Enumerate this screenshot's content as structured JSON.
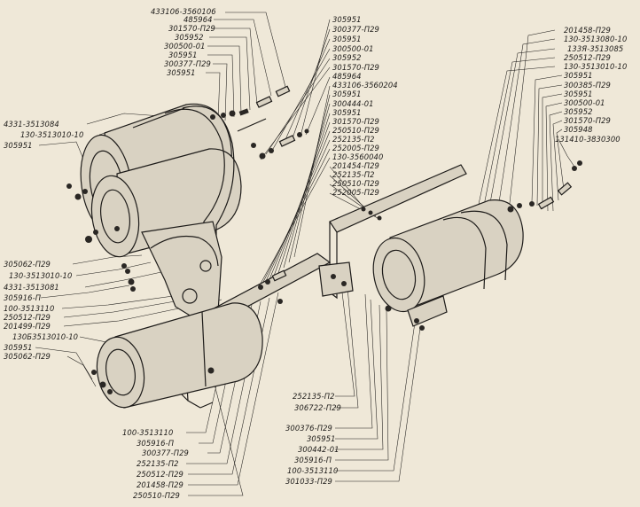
{
  "labels": [
    {
      "id": "l1",
      "text": "433106-3560106"
    },
    {
      "id": "l2",
      "text": "485964"
    },
    {
      "id": "l3",
      "text": "301570-П29"
    },
    {
      "id": "l4",
      "text": "305952"
    },
    {
      "id": "l5",
      "text": "300500-01"
    },
    {
      "id": "l6",
      "text": "305951"
    },
    {
      "id": "l7",
      "text": "300377-П29"
    },
    {
      "id": "l8",
      "text": "305951"
    },
    {
      "id": "l9",
      "text": "305951"
    },
    {
      "id": "l10",
      "text": "300377-П29"
    },
    {
      "id": "l11",
      "text": "305951"
    },
    {
      "id": "l12",
      "text": "300500-01"
    },
    {
      "id": "l13",
      "text": "305952"
    },
    {
      "id": "l14",
      "text": "301570-П29"
    },
    {
      "id": "l15",
      "text": "485964"
    },
    {
      "id": "l16",
      "text": "433106-3560204"
    },
    {
      "id": "l17",
      "text": "305951"
    },
    {
      "id": "l18",
      "text": "300444-01"
    },
    {
      "id": "l19",
      "text": "305951"
    },
    {
      "id": "l20",
      "text": "301570-П29"
    },
    {
      "id": "l21",
      "text": "250510-П29"
    },
    {
      "id": "l22",
      "text": "252135-П2"
    },
    {
      "id": "l23",
      "text": "252005-П29"
    },
    {
      "id": "l24",
      "text": "130-3560040"
    },
    {
      "id": "l25",
      "text": "201454-П29"
    },
    {
      "id": "l26",
      "text": "252135-П2"
    },
    {
      "id": "l27",
      "text": "250510-П29"
    },
    {
      "id": "l28",
      "text": "252005-П29"
    },
    {
      "id": "l29",
      "text": "4331-3513084"
    },
    {
      "id": "l30",
      "text": "130-3513010-10"
    },
    {
      "id": "l31",
      "text": "305951"
    },
    {
      "id": "l32",
      "text": "305062-П29"
    },
    {
      "id": "l33",
      "text": "130-3513010-10"
    },
    {
      "id": "l34",
      "text": "4331-3513081"
    },
    {
      "id": "l35",
      "text": "305916-П"
    },
    {
      "id": "l36",
      "text": "100-3513110"
    },
    {
      "id": "l37",
      "text": "250512-П29"
    },
    {
      "id": "l38",
      "text": "201499-П29"
    },
    {
      "id": "l39",
      "text": "130Б3513010-10"
    },
    {
      "id": "l40",
      "text": "305951"
    },
    {
      "id": "l41",
      "text": "305062-П29"
    },
    {
      "id": "l42",
      "text": "100-3513110"
    },
    {
      "id": "l43",
      "text": "305916-П"
    },
    {
      "id": "l44",
      "text": "300377-П29"
    },
    {
      "id": "l45",
      "text": "252135-П2"
    },
    {
      "id": "l46",
      "text": "250512-П29"
    },
    {
      "id": "l47",
      "text": "201458-П29"
    },
    {
      "id": "l48",
      "text": "250510-П29"
    },
    {
      "id": "l49",
      "text": "201458-П29"
    },
    {
      "id": "l50",
      "text": "130-3513080-10"
    },
    {
      "id": "l51",
      "text": "133Я-3513085"
    },
    {
      "id": "l52",
      "text": "250512-П29"
    },
    {
      "id": "l53",
      "text": "130-3513010-10"
    },
    {
      "id": "l54",
      "text": "305951"
    },
    {
      "id": "l55",
      "text": "300385-П29"
    },
    {
      "id": "l56",
      "text": "305951"
    },
    {
      "id": "l57",
      "text": "300500-01"
    },
    {
      "id": "l58",
      "text": "305952"
    },
    {
      "id": "l59",
      "text": "301570-П29"
    },
    {
      "id": "l60",
      "text": "305948"
    },
    {
      "id": "l61",
      "text": "131410-3830300"
    },
    {
      "id": "l62",
      "text": "252135-П2"
    },
    {
      "id": "l63",
      "text": "306722-П29"
    },
    {
      "id": "l64",
      "text": "300376-П29"
    },
    {
      "id": "l65",
      "text": "305951"
    },
    {
      "id": "l66",
      "text": "300442-01"
    },
    {
      "id": "l67",
      "text": "305916-П"
    },
    {
      "id": "l68",
      "text": "100-3513110"
    },
    {
      "id": "l69",
      "text": "301033-П29"
    }
  ]
}
